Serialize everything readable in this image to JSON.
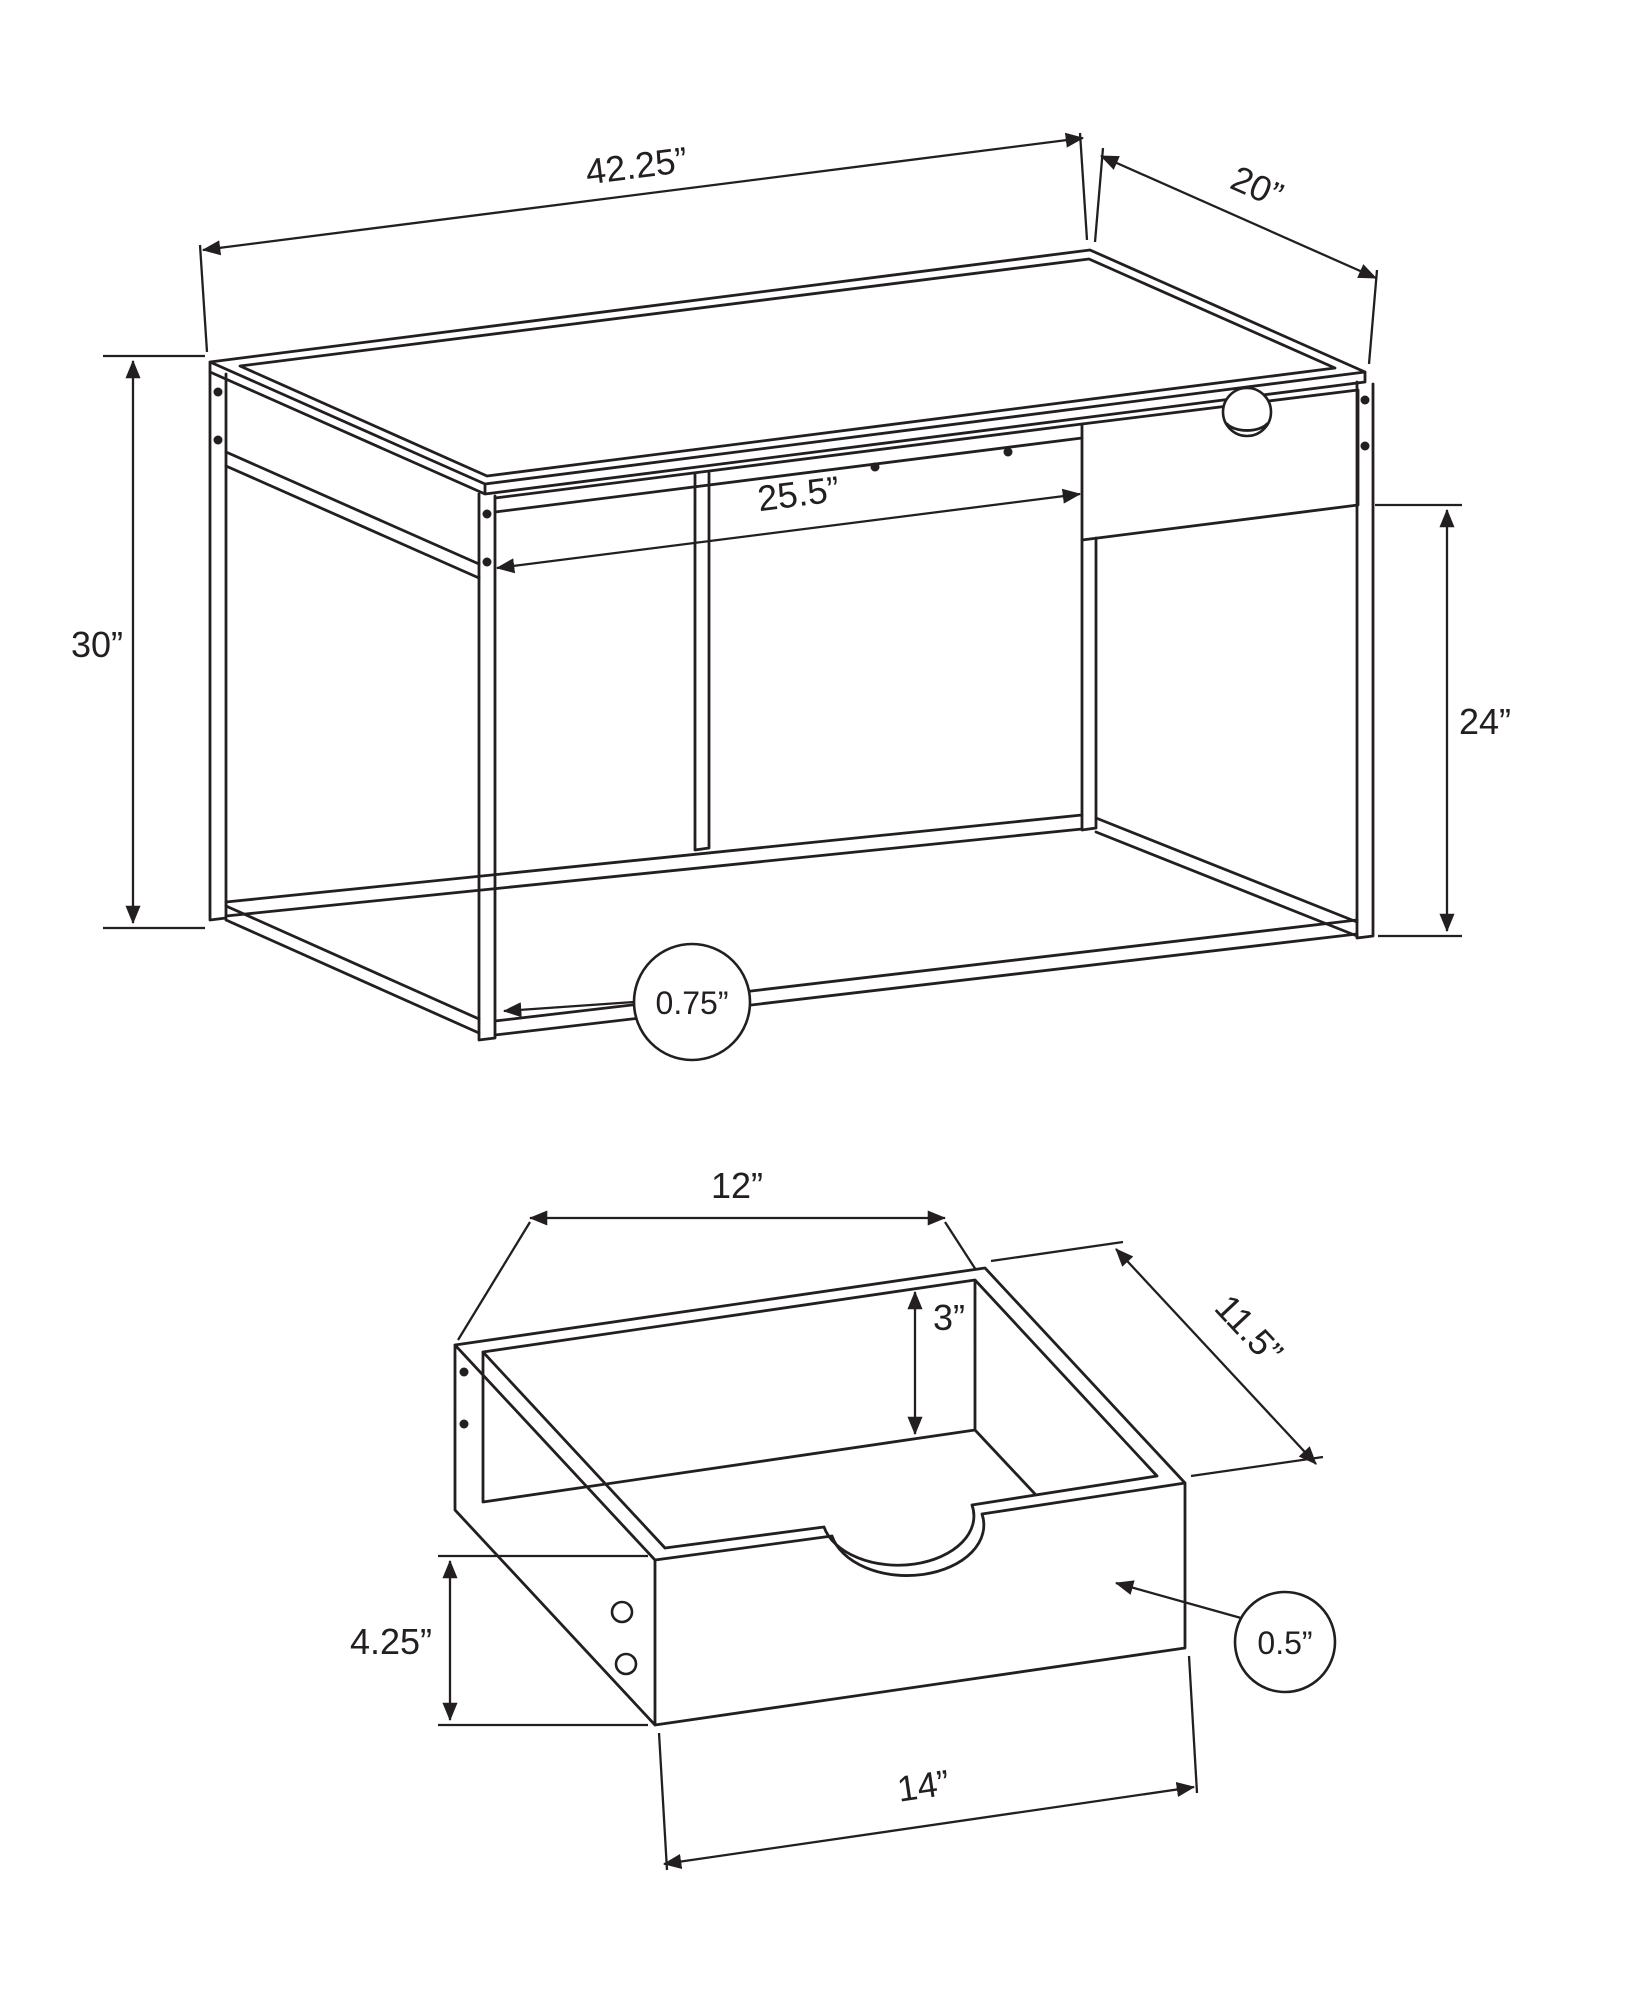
{
  "figure": {
    "name": "desk-and-drawer-dimension-diagram",
    "units": "inches"
  },
  "colors": {
    "line": "#231f20",
    "background": "#ffffff"
  },
  "desk": {
    "width": "42.25”",
    "depth": "20”",
    "height": "30”",
    "knee_clearance": "25.5”",
    "leg_clearance": "24”",
    "frame_tube": "0.75”"
  },
  "drawer": {
    "opening_width": "12”",
    "inner_depth": "3”",
    "side_depth": "11.5”",
    "front_height": "4.25”",
    "panel_thickness": "0.5”",
    "front_width": "14”"
  }
}
